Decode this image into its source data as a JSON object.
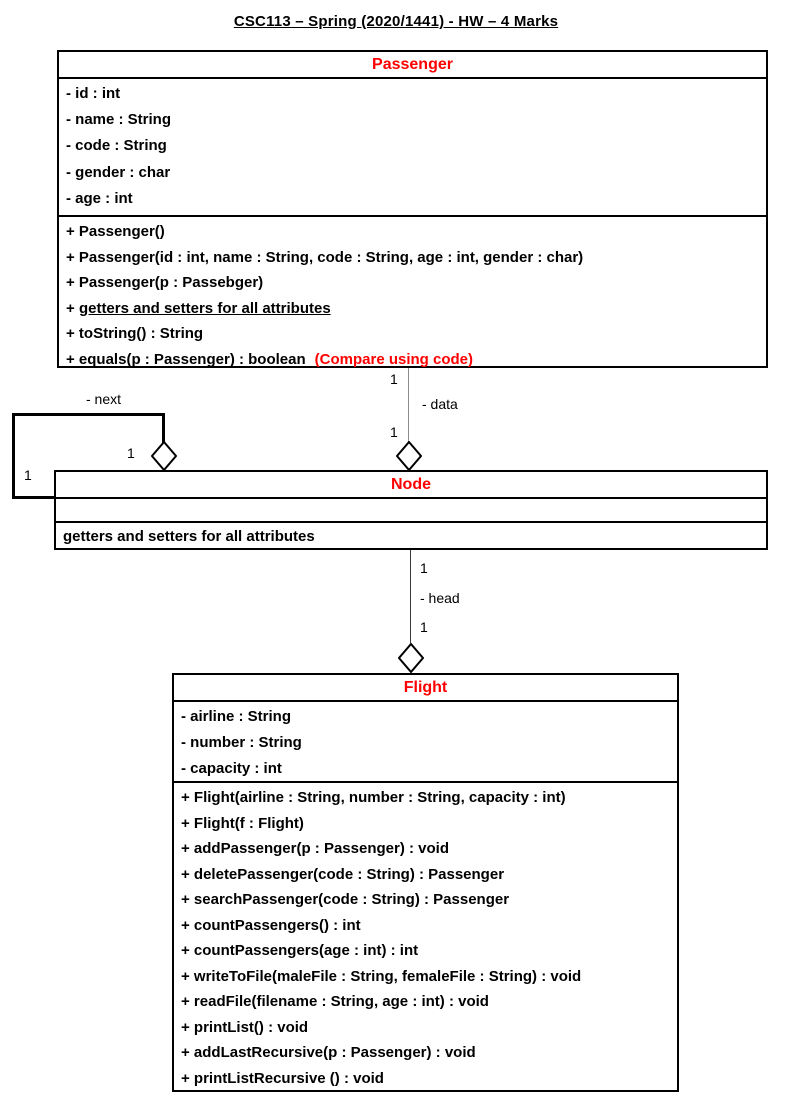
{
  "title": "CSC113 – Spring (2020/1441) - HW – 4 Marks",
  "colors": {
    "class_name": "#ff0000",
    "note": "#ff0000",
    "text": "#000000",
    "line": "#000000"
  },
  "classes": {
    "passenger": {
      "name": "Passenger",
      "attributes": [
        "- id : int",
        "- name : String",
        "- code : String",
        "- gender : char",
        "- age : int"
      ],
      "methods": [
        {
          "text": "+ Passenger()"
        },
        {
          "text": "+ Passenger(id : int, name : String, code : String, age : int, gender : char)"
        },
        {
          "text": "+ Passenger(p : Passebger)"
        },
        {
          "prefix": "+ ",
          "underlined": "getters and setters for all attributes"
        },
        {
          "text": "+ toString() : String"
        },
        {
          "text": "+ equals(p : Passenger) : boolean",
          "note": "(Compare using code)"
        }
      ]
    },
    "node": {
      "name": "Node",
      "attributes": [],
      "methods": [
        {
          "text": "getters and setters for all attributes"
        }
      ]
    },
    "flight": {
      "name": "Flight",
      "attributes": [
        "- airline : String",
        "- number : String",
        "- capacity : int"
      ],
      "methods": [
        "+ Flight(airline : String, number : String, capacity : int)",
        "+ Flight(f : Flight)",
        "+ addPassenger(p : Passenger) : void",
        "+ deletePassenger(code : String) : Passenger",
        "+ searchPassenger(code : String) : Passenger",
        "+ countPassengers() : int",
        "+ countPassengers(age : int) : int",
        "+ writeToFile(maleFile : String, femaleFile : String) : void",
        "+ readFile(filename : String, age : int) : void",
        "+ printList() : void",
        "+ addLastRecursive(p : Passenger) : void",
        "+ printListRecursive () : void"
      ]
    }
  },
  "relations": {
    "data": {
      "name": "- data",
      "upper_mult": "1",
      "lower_mult": "1",
      "type": "aggregation"
    },
    "next": {
      "name": "- next",
      "diamond_mult": "1",
      "end_mult": "1",
      "type": "aggregation"
    },
    "head": {
      "name": "- head",
      "upper_mult": "1",
      "lower_mult": "1",
      "type": "aggregation"
    }
  }
}
